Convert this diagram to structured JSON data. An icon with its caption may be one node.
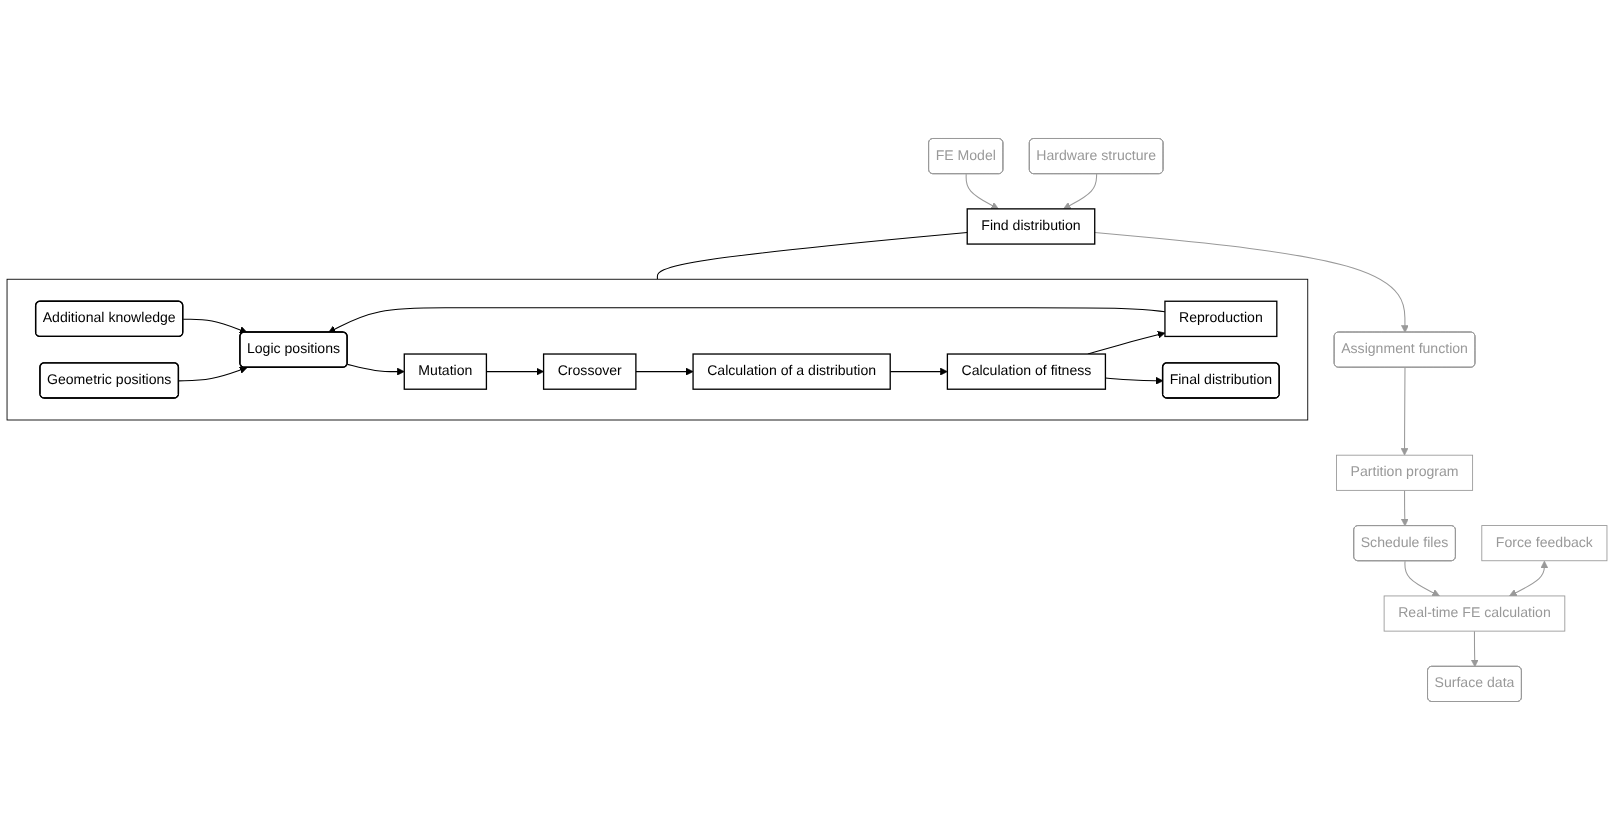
{
  "diagram": {
    "nodes": [
      {
        "text": [
          "FE Model"
        ]
      },
      {
        "text": [
          "Hardware structure"
        ]
      },
      {
        "text": [
          "Find distribution"
        ]
      },
      {
        "text": [
          "Assignment function"
        ]
      },
      {
        "text": [
          "Partition program"
        ]
      },
      {
        "text": [
          "Schedule files"
        ]
      },
      {
        "text": [
          "Real-time FE calculation"
        ]
      },
      {
        "text": [
          "Force feedback"
        ]
      },
      {
        "text": [
          "Surface data"
        ]
      },
      {
        "text": [],
        "shape": "box"
      },
      {
        "text": [
          "Geometric positions"
        ],
        "in": 9
      },
      {
        "text": [
          "Logic positions"
        ],
        "in": 9
      },
      {
        "text": [
          "Mutation"
        ],
        "in": 9
      },
      {
        "text": [
          "Crossover"
        ],
        "in": 9
      },
      {
        "text": [
          "Calculation of a distribution"
        ],
        "in": 9
      },
      {
        "text": [
          "Additional knowledge"
        ],
        "in": 9
      },
      {
        "text": [
          "Reproduction"
        ],
        "in": 9
      },
      {
        "text": [
          "Calculation of fitness"
        ],
        "in": 9
      },
      {
        "text": [
          "Final distribution"
        ],
        "in": 9
      }
    ],
    "edges": [
      {
        "from": 0,
        "to": 2,
        "arrow": "to",
        "color": "#999999"
      },
      {
        "from": 1,
        "to": 2,
        "arrow": "to",
        "color": "#999999"
      },
      {
        "from": 2,
        "to": 3,
        "arrow": "to",
        "color": "#999999"
      },
      {
        "from": 3,
        "to": 4,
        "arrow": "to",
        "color": "#999999"
      },
      {
        "from": 4,
        "to": 5,
        "arrow": "to",
        "color": "#999999"
      },
      {
        "from": 5,
        "to": 6,
        "arrow": "to",
        "color": "#999999"
      },
      {
        "from": 7,
        "to": 6,
        "arrow": "both",
        "color": "#999999"
      },
      {
        "from": 6,
        "to": 8,
        "arrow": "to",
        "color": "#999999"
      },
      {
        "from": 2,
        "to": 9,
        "arrow": "none"
      },
      {
        "from": 10,
        "to": 11,
        "arrow": "to"
      },
      {
        "from": 15,
        "to": 11,
        "arrow": "to"
      },
      {
        "from": 11,
        "to": 12,
        "arrow": "to"
      },
      {
        "from": 12,
        "to": 13,
        "arrow": "to"
      },
      {
        "from": 13,
        "to": 14,
        "arrow": "to"
      },
      {
        "from": 14,
        "to": 17,
        "arrow": "to"
      },
      {
        "from": 17,
        "to": 16,
        "arrow": "to"
      },
      {
        "from": 16,
        "to": 11,
        "arrow": "to"
      },
      {
        "from": 17,
        "to": 18,
        "arrow": "to"
      }
    ]
  }
}
